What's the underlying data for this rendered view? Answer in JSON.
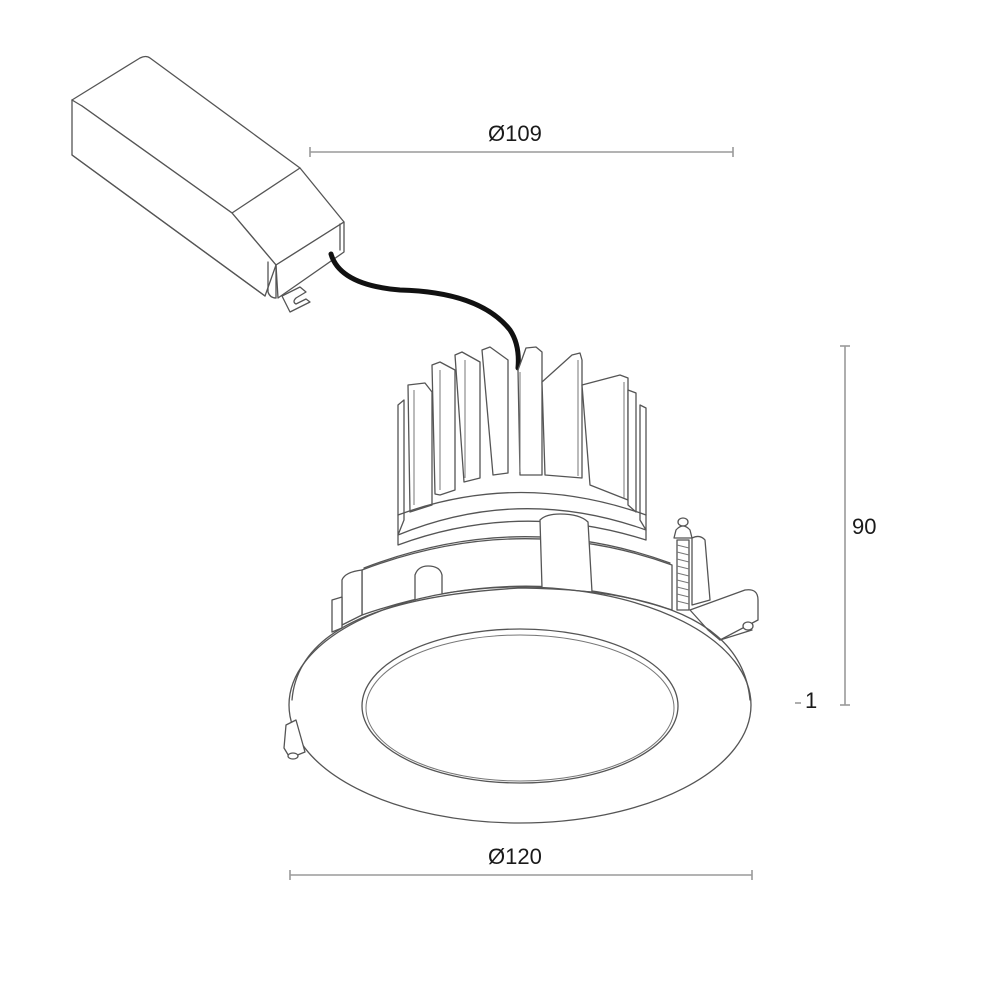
{
  "drawing": {
    "subject": "LED recessed downlight with remote driver",
    "dimensions": {
      "driver_to_fixture_width": {
        "label": "Ø109",
        "value": 109,
        "unit": "mm",
        "type": "diameter"
      },
      "height": {
        "label": "90",
        "value": 90,
        "unit": "mm",
        "type": "linear"
      },
      "trim_thickness": {
        "label": "1",
        "value": 1,
        "unit": "mm",
        "type": "linear"
      },
      "outer_diameter": {
        "label": "Ø120",
        "value": 120,
        "unit": "mm",
        "type": "diameter"
      }
    },
    "components": [
      {
        "name": "driver-box"
      },
      {
        "name": "connection-cable"
      },
      {
        "name": "heatsink-fins"
      },
      {
        "name": "fixture-body"
      },
      {
        "name": "spring-clip"
      },
      {
        "name": "trim-ring"
      },
      {
        "name": "lens"
      }
    ],
    "colors": {
      "line": "#555555",
      "dimension_line": "#9a9a9a",
      "cable": "#111111",
      "text": "#1a1a1a",
      "background": "#ffffff"
    }
  }
}
